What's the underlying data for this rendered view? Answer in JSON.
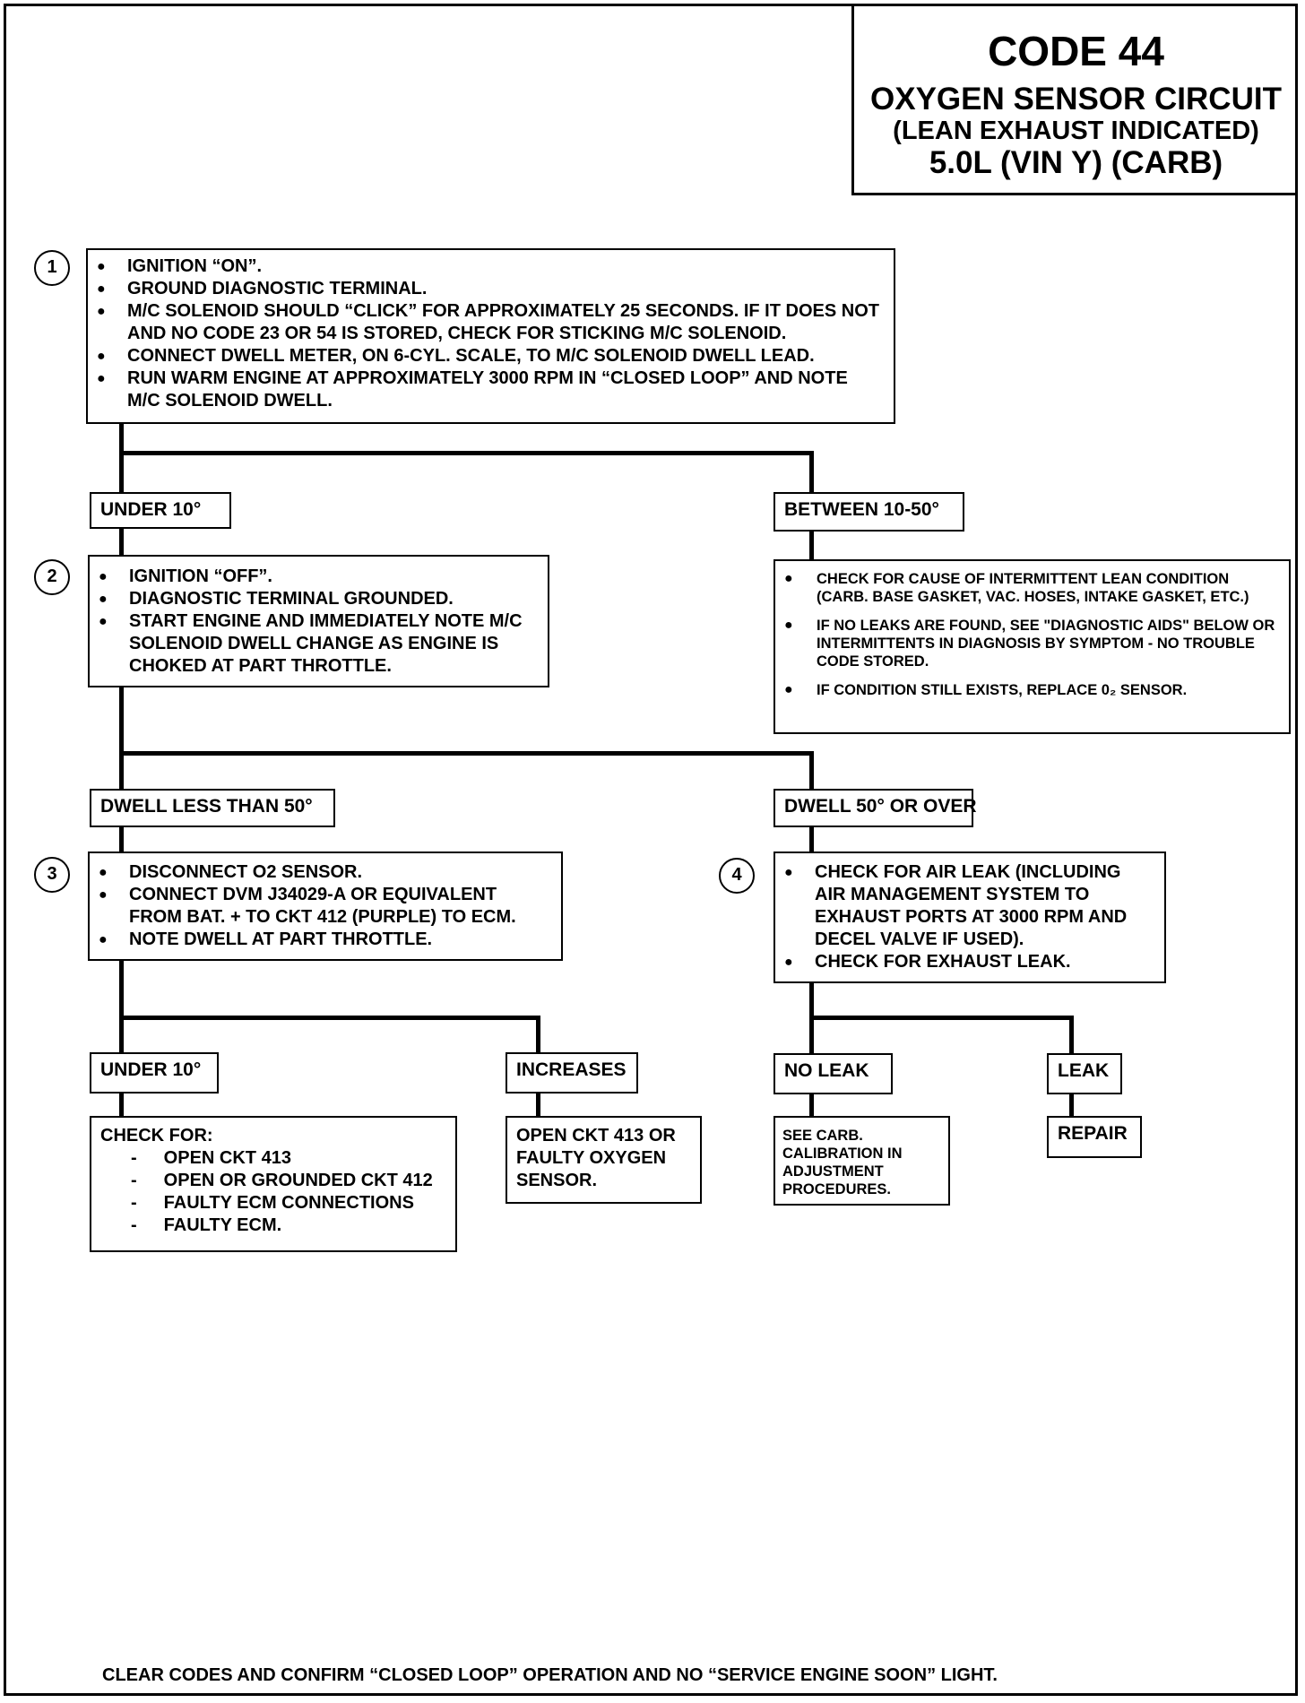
{
  "title": {
    "code": "CODE 44",
    "line1": "OXYGEN SENSOR CIRCUIT",
    "line2": "(LEAN EXHAUST INDICATED)",
    "line3": "5.0L  (VIN Y)  (CARB)"
  },
  "step1": {
    "number": "1",
    "items": [
      "IGNITION “ON”.",
      "GROUND DIAGNOSTIC TERMINAL.",
      "M/C SOLENOID SHOULD “CLICK” FOR APPROXIMATELY 25 SECONDS.  IF IT DOES NOT AND NO CODE 23 OR 54 IS STORED, CHECK FOR STICKING M/C SOLENOID.",
      "CONNECT DWELL METER, ON 6-CYL. SCALE, TO M/C SOLENOID DWELL LEAD.",
      "RUN WARM ENGINE AT APPROXIMATELY 3000 RPM IN “CLOSED LOOP” AND NOTE M/C SOLENOID DWELL."
    ]
  },
  "branch1": {
    "left_label": "UNDER 10°",
    "right_label": "BETWEEN 10-50°"
  },
  "step2": {
    "number": "2",
    "items": [
      "IGNITION “OFF”.",
      "DIAGNOSTIC TERMINAL GROUNDED.",
      "START ENGINE AND IMMEDIATELY NOTE M/C SOLENOID DWELL CHANGE AS ENGINE IS CHOKED AT PART THROTTLE."
    ]
  },
  "intermittent": {
    "items": [
      "CHECK FOR CAUSE OF INTERMITTENT LEAN CONDITION (CARB. BASE GASKET, VAC. HOSES, INTAKE GASKET, ETC.)",
      "IF NO LEAKS ARE FOUND, SEE \"DIAGNOSTIC AIDS\" BELOW OR INTERMITTENTS IN DIAGNOSIS BY SYMPTOM - NO TROUBLE CODE STORED.",
      "IF CONDITION STILL EXISTS, REPLACE 0₂ SENSOR."
    ]
  },
  "branch2": {
    "left_label": "DWELL LESS THAN 50°",
    "right_label": "DWELL 50° OR OVER"
  },
  "step3": {
    "number": "3",
    "items": [
      "DISCONNECT O2 SENSOR.",
      "CONNECT DVM J34029-A OR EQUIVALENT FROM BAT. +  TO CKT 412 (PURPLE) TO ECM.",
      "NOTE DWELL AT PART THROTTLE."
    ]
  },
  "step4": {
    "number": "4",
    "items": [
      "CHECK FOR AIR LEAK (INCLUDING AIR MANAGEMENT SYSTEM TO EXHAUST PORTS AT 3000 RPM AND DECEL VALVE IF USED).",
      "CHECK FOR EXHAUST LEAK."
    ]
  },
  "branch3": {
    "under_label": "UNDER 10°",
    "increases_label": "INCREASES",
    "no_leak_label": "NO LEAK",
    "leak_label": "LEAK"
  },
  "results": {
    "check_for": {
      "heading": "CHECK FOR:",
      "items": [
        "OPEN CKT 413",
        "OPEN OR GROUNDED CKT 412",
        "FAULTY ECM CONNECTIONS",
        "FAULTY ECM."
      ]
    },
    "open_ckt": "OPEN CKT 413 OR FAULTY OXYGEN SENSOR.",
    "see_carb": "SEE CARB. CALIBRATION IN ADJUSTMENT PROCEDURES.",
    "repair": "REPAIR"
  },
  "footer": "CLEAR CODES AND CONFIRM “CLOSED LOOP”  OPERATION AND NO “SERVICE ENGINE SOON” LIGHT."
}
